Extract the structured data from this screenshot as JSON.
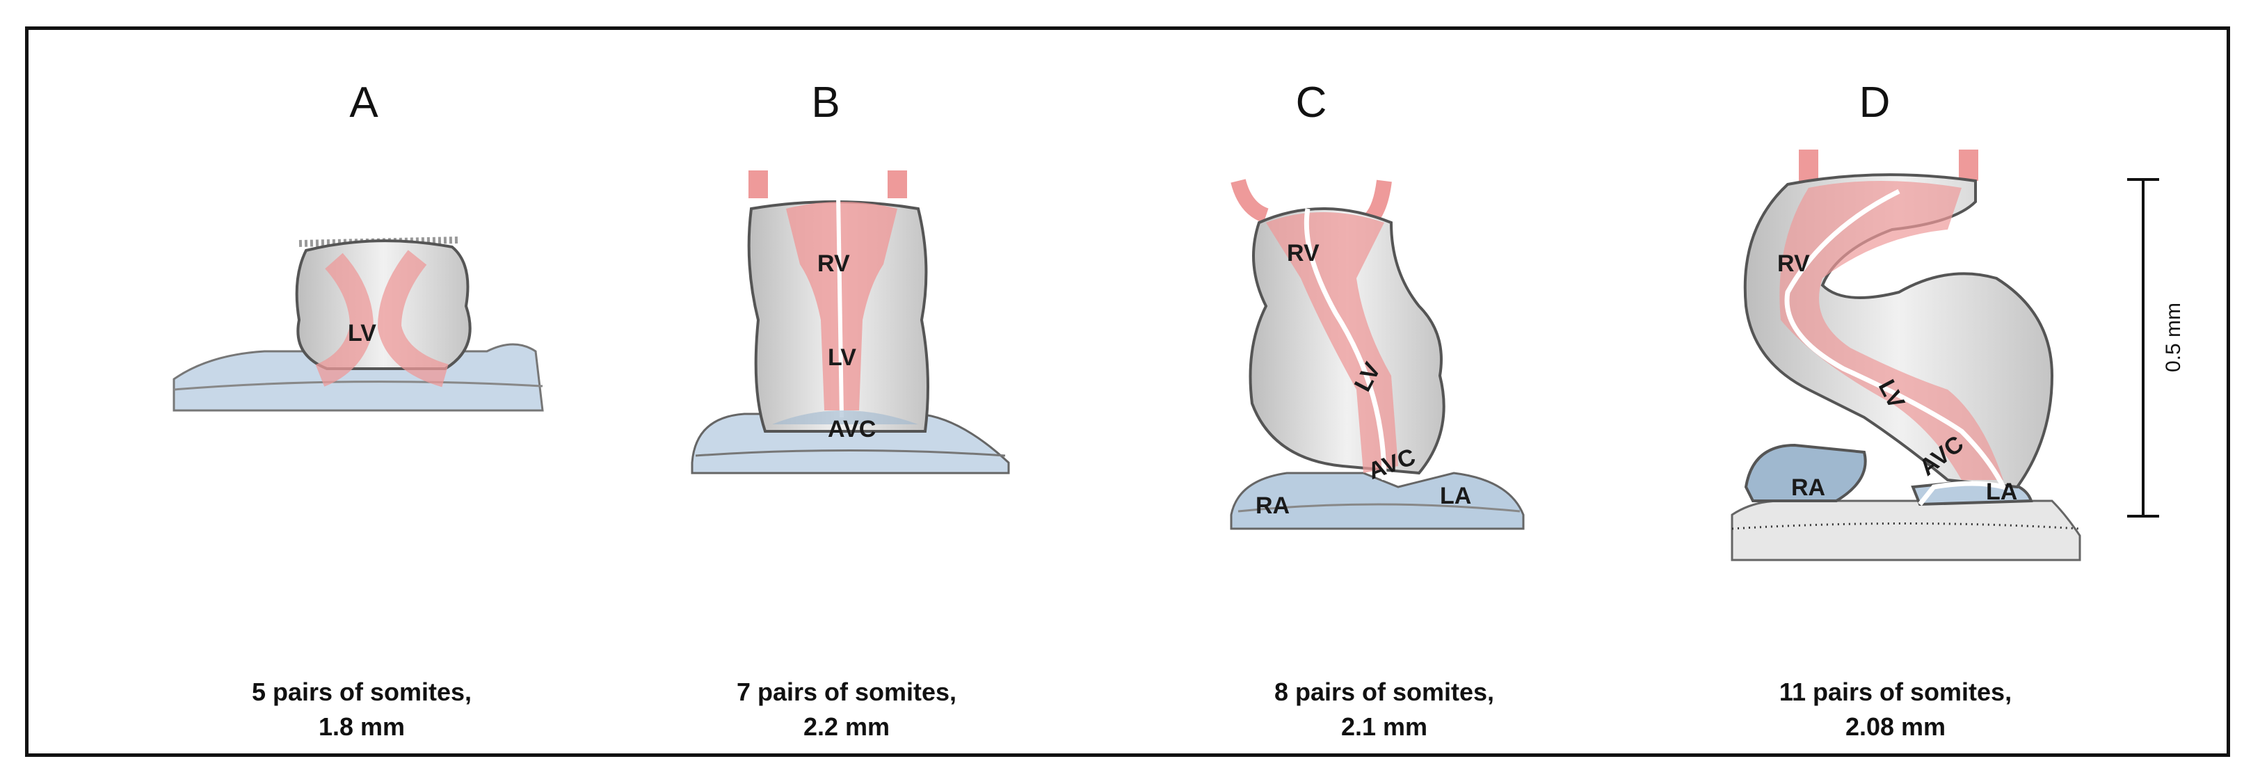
{
  "panels": [
    {
      "letter": "A",
      "caption_line1": "5 pairs of somites,",
      "caption_line2": "1.8 mm",
      "labels": [
        "LV"
      ]
    },
    {
      "letter": "B",
      "caption_line1": "7 pairs of somites,",
      "caption_line2": "2.2 mm",
      "labels": [
        "RV",
        "LV",
        "AVC"
      ]
    },
    {
      "letter": "C",
      "caption_line1": "8 pairs of somites,",
      "caption_line2": "2.1 mm",
      "labels": [
        "RV",
        "LV",
        "AVC",
        "RA",
        "LA"
      ]
    },
    {
      "letter": "D",
      "caption_line1": "11 pairs of somites,",
      "caption_line2": "2.08 mm",
      "labels": [
        "RV",
        "LV",
        "AVC",
        "RA",
        "LA"
      ]
    }
  ],
  "scale_bar": {
    "label": "0.5 mm"
  },
  "colors": {
    "tissue": "#d9d9d9",
    "ventricle": "#f2a7a7",
    "atrium_blue": "#b9cde0",
    "outline": "#555555"
  }
}
